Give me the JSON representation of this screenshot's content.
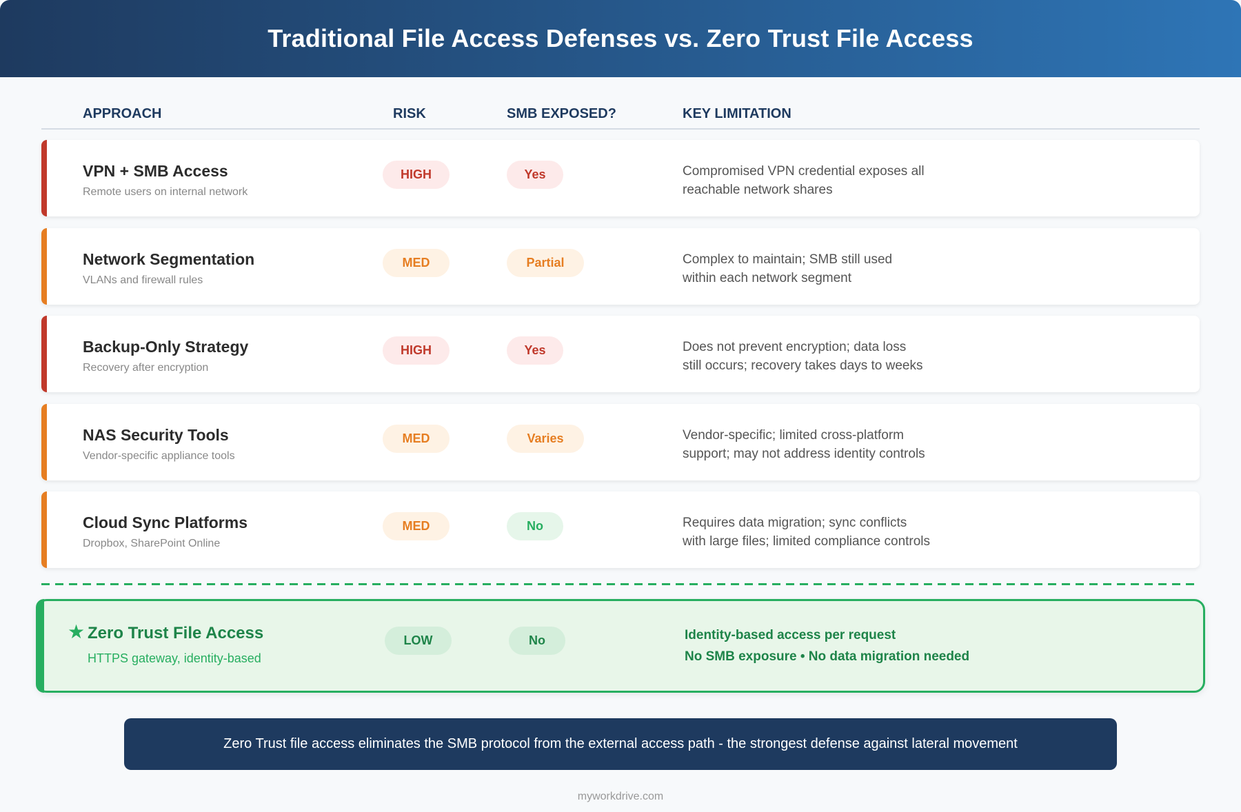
{
  "header": {
    "title": "Traditional File Access Defenses vs. Zero Trust File Access"
  },
  "columns": {
    "approach": "APPROACH",
    "risk": "RISK",
    "smb": "SMB EXPOSED?",
    "limitation": "KEY LIMITATION"
  },
  "colors": {
    "header_start": "#1e3a5f",
    "header_end": "#2e75b6",
    "high": "#c0392b",
    "med": "#e67e22",
    "low": "#27ae60",
    "banner": "#1e3a5f"
  },
  "rows": [
    {
      "title": "VPN + SMB Access",
      "subtitle": "Remote users on internal network",
      "risk": "HIGH",
      "smb": "Yes",
      "limitation_1": "Compromised VPN credential exposes all",
      "limitation_2": "reachable network shares"
    },
    {
      "title": "Network Segmentation",
      "subtitle": "VLANs and firewall rules",
      "risk": "MED",
      "smb": "Partial",
      "limitation_1": "Complex to maintain; SMB still used",
      "limitation_2": "within each network segment"
    },
    {
      "title": "Backup-Only Strategy",
      "subtitle": "Recovery after encryption",
      "risk": "HIGH",
      "smb": "Yes",
      "limitation_1": "Does not prevent encryption; data loss",
      "limitation_2": "still occurs; recovery takes days to weeks"
    },
    {
      "title": "NAS Security Tools",
      "subtitle": "Vendor-specific appliance tools",
      "risk": "MED",
      "smb": "Varies",
      "limitation_1": "Vendor-specific; limited cross-platform",
      "limitation_2": "support; may not address identity controls"
    },
    {
      "title": "Cloud Sync Platforms",
      "subtitle": "Dropbox, SharePoint Online",
      "risk": "MED",
      "smb": "No",
      "limitation_1": "Requires data migration; sync conflicts",
      "limitation_2": "with large files; limited compliance controls"
    }
  ],
  "zero_trust": {
    "icon": "star-icon",
    "star": "★",
    "title": "Zero Trust File Access",
    "subtitle": "HTTPS gateway, identity-based",
    "risk": "LOW",
    "smb": "No",
    "limitation_1": "Identity-based access per request",
    "limitation_2": "No SMB exposure • No data migration needed"
  },
  "banner": {
    "text": "Zero Trust file access eliminates the SMB protocol from the external access path - the strongest defense against lateral movement"
  },
  "footer": {
    "text": "myworkdrive.com"
  }
}
